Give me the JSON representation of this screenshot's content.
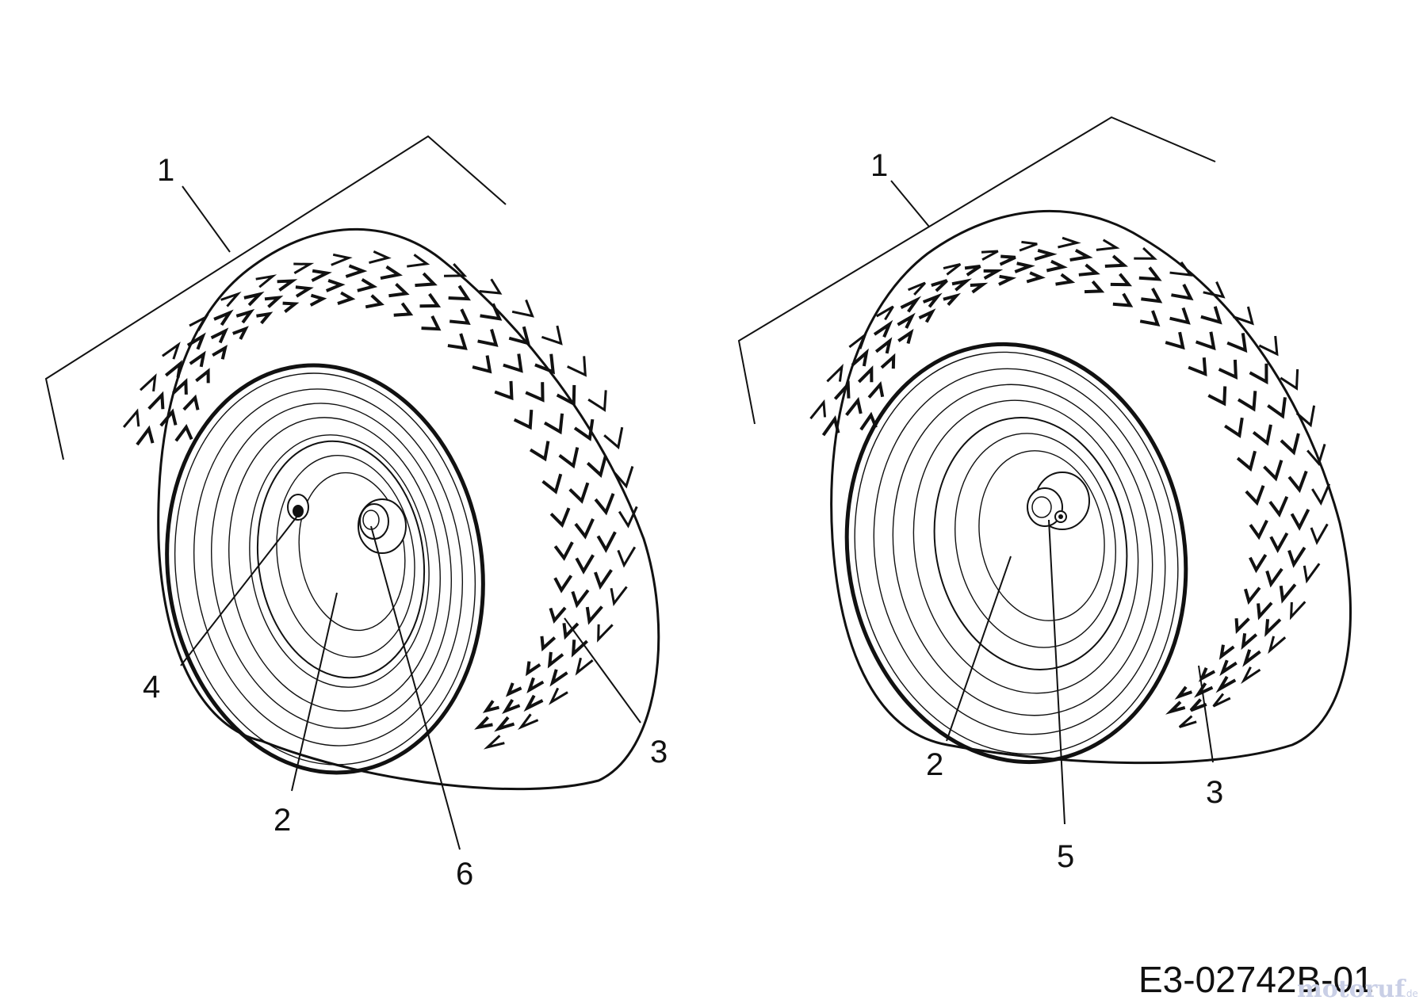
{
  "diagram": {
    "drawing_code": "E3-02742B-01",
    "watermark": {
      "brand": "motoruf",
      "suffix": ".de"
    },
    "left_wheel": {
      "callouts": {
        "assembly": "1",
        "rim": "2",
        "tire": "3",
        "valve": "4",
        "bushing": "6"
      }
    },
    "right_wheel": {
      "callouts": {
        "assembly": "1",
        "rim": "2",
        "tire": "3",
        "valve": "5"
      }
    }
  }
}
